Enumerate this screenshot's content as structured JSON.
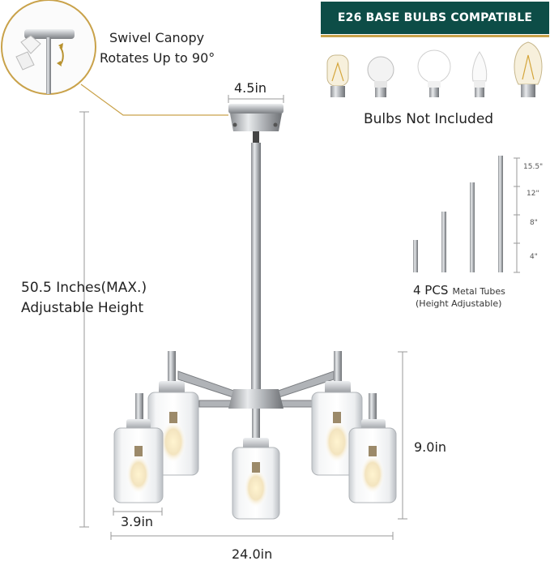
{
  "banner": {
    "text": "E26 BASE BULBS COMPATIBLE",
    "bg": "#0d4d47",
    "accent": "#c9a24a"
  },
  "swivel": {
    "line1": "Swivel Canopy",
    "line2": "Rotates Up to 90°"
  },
  "bulbs": {
    "caption": "Bulbs Not Included",
    "types": [
      "tubular-edison-bulb-icon",
      "a19-bulb-icon",
      "globe-bulb-icon",
      "candle-bulb-icon",
      "st64-edison-bulb-icon"
    ]
  },
  "canopy_width": "4.5in",
  "height": {
    "line1": "50.5 Inches(MAX.)",
    "line2": "Adjustable Height"
  },
  "tubes": {
    "count_label": "4 PCS",
    "title_rest": "Metal Tubes",
    "subtitle": "(Height Adjustable)",
    "lengths": [
      "15.5\"",
      "12\"",
      "8\"",
      "4\""
    ]
  },
  "dimensions": {
    "fixture_height": "9.0in",
    "shade_width": "3.9in",
    "total_width": "24.0in"
  }
}
